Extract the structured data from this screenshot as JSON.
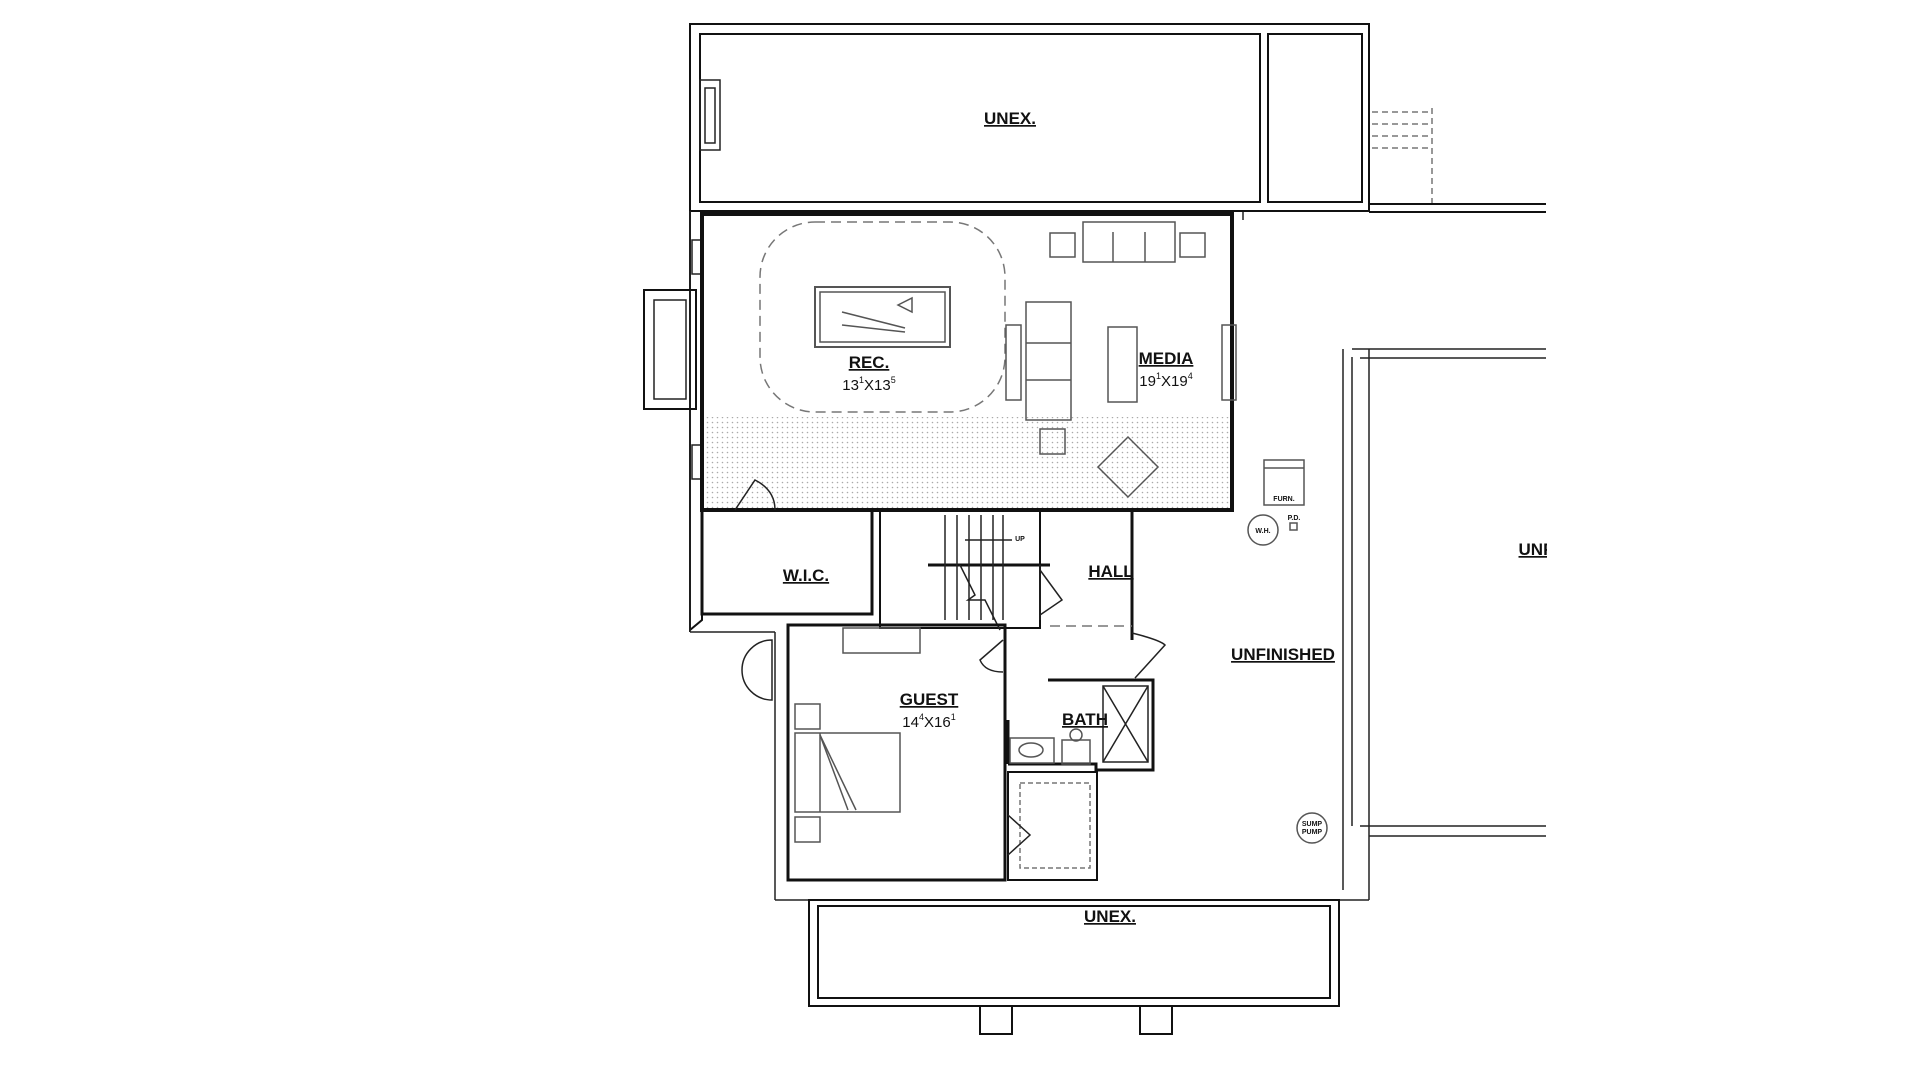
{
  "plan": {
    "rooms": {
      "unex_top": {
        "name": "UNEX."
      },
      "rec": {
        "name": "REC.",
        "dim_a": "13",
        "dim_a_sup": "1",
        "dim_b": "X13",
        "dim_b_sup": "5"
      },
      "media": {
        "name": "MEDIA",
        "dim_a": "19",
        "dim_a_sup": "1",
        "dim_b": "X19",
        "dim_b_sup": "4"
      },
      "wic": {
        "name": "W.I.C."
      },
      "hall": {
        "name": "HALL"
      },
      "unfinished": {
        "name": "UNFINISHED"
      },
      "guest": {
        "name": "GUEST",
        "dim_a": "14",
        "dim_a_sup": "4",
        "dim_b": "X16",
        "dim_b_sup": "1"
      },
      "bath": {
        "name": "BATH"
      },
      "unex_bottom": {
        "name": "UNEX."
      },
      "unf_right": {
        "name": "UNF"
      }
    },
    "fixtures": {
      "furnace": "FURN.",
      "water_heater": "W.H.",
      "floor_drain": "P.D.",
      "sump_pump_a": "SUMP",
      "sump_pump_b": "PUMP",
      "stair_up": "UP"
    },
    "colors": {
      "line": "#111111",
      "background": "#ffffff",
      "hatch": "#bbbbbb"
    }
  }
}
